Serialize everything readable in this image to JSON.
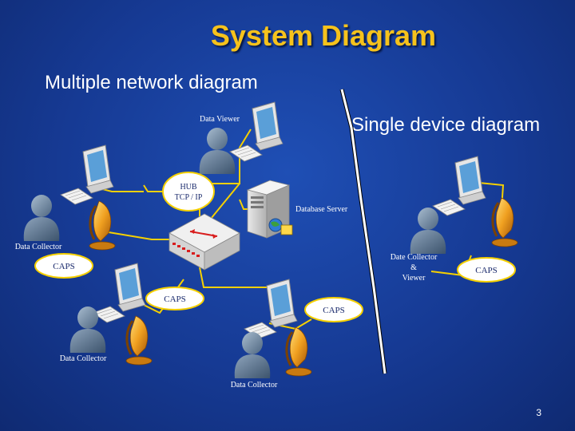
{
  "slide": {
    "title": "System Diagram",
    "left_heading": "Multiple network diagram",
    "right_heading": "Single device diagram",
    "page_number": "3"
  },
  "diagram": {
    "data_viewer": "Data Viewer",
    "hub_line1": "HUB",
    "hub_line2": "TCP / IP",
    "database_server": "Database Server",
    "data_collector": "Data Collector",
    "caps": "CAPS",
    "dc_viewer_line1": "Date Collector",
    "dc_viewer_line2": "&",
    "dc_viewer_line3": "Viewer"
  },
  "colors": {
    "background": "#163a94",
    "title": "#f6c21c",
    "connector": "#f5d000"
  }
}
